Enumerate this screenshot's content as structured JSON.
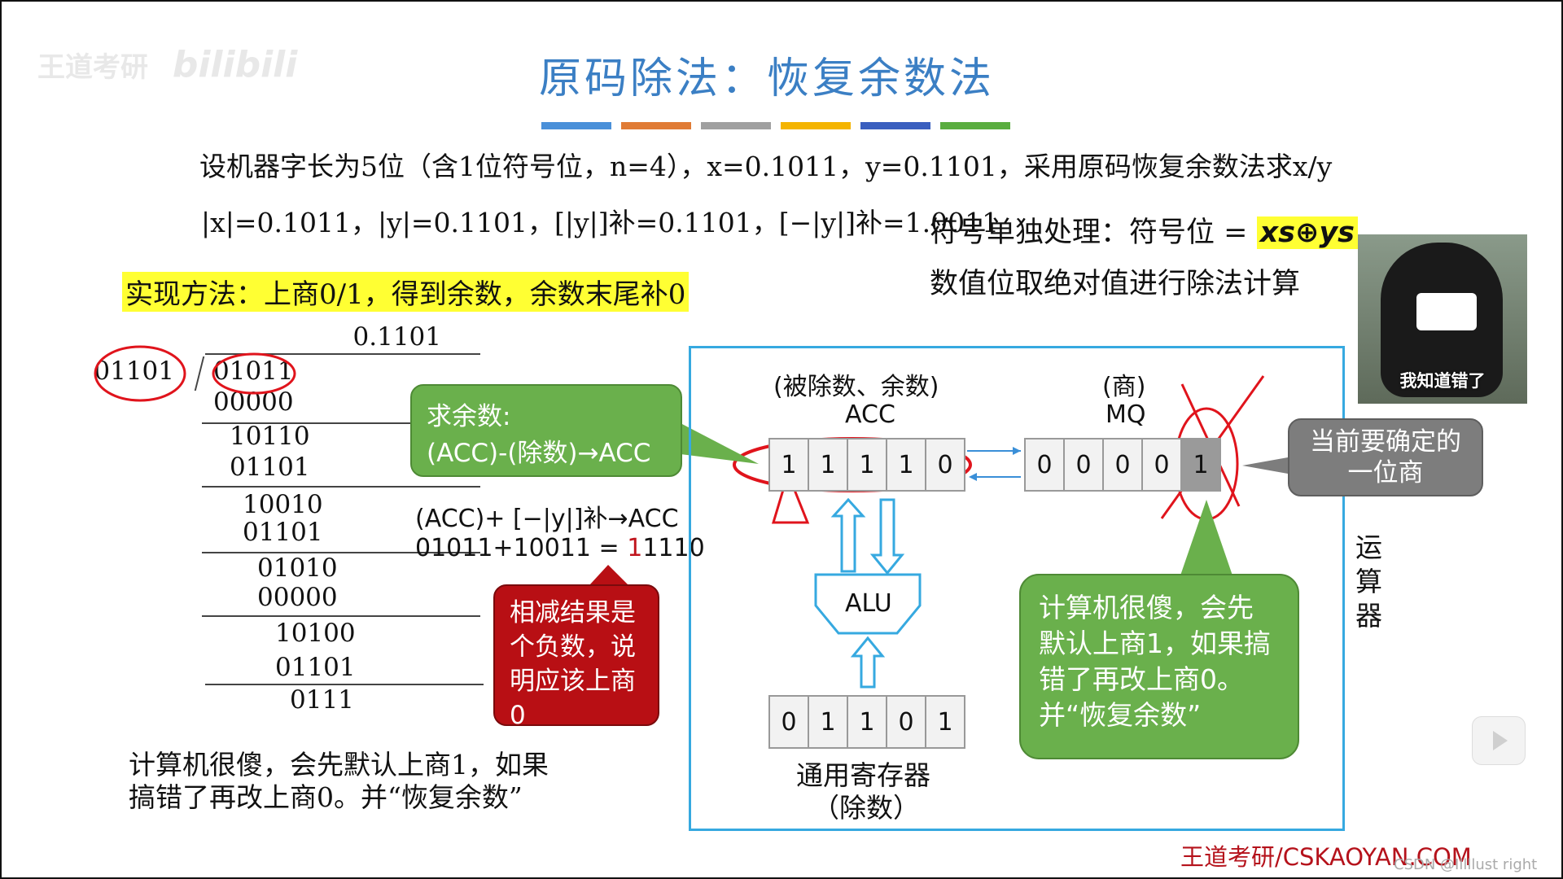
{
  "watermark": {
    "text": "王道考研",
    "logo": "bilibili"
  },
  "title": "原码除法：恢复余数法",
  "title_bar_colors": [
    "#4a90d9",
    "#e07b35",
    "#a0a0a0",
    "#f4b400",
    "#3a5fbf",
    "#5aad3f"
  ],
  "problem": "设机器字长为5位（含1位符号位，n=4），x=0.1011，y=0.1101，采用原码恢复余数法求x/y",
  "abs_values": "|x|=0.1011，|y|=0.1101，[|y|]补=0.1101，[−|y|]补=1.0011",
  "sign_rule": {
    "label": "符号单独处理：符号位 = ",
    "formula": "xs⊕ys"
  },
  "value_rule": "数值位取绝对值进行除法计算",
  "method": "实现方法：上商0/1，得到余数，余数末尾补0",
  "meme_caption": "我知道错了",
  "long_division": {
    "quotient": "0.1101",
    "divisor": "01101",
    "dividend": "01011",
    "rows": [
      "00000",
      "10110",
      "01101",
      "10010",
      "01101",
      "01010",
      "00000",
      "10100",
      "01101",
      "0111"
    ]
  },
  "bubble_remainder": {
    "line1": "求余数:",
    "line2": "(ACC)-(除数)→ACC"
  },
  "calc": {
    "line1": "(ACC)+ [−|y|]补→ACC",
    "line2_lhs": "01011+10011 = ",
    "line2_first": "1",
    "line2_rest": "1110"
  },
  "bubble_negative": "相减结果是个负数，说明应该上商0",
  "note_bottom": {
    "line1": "计算机很傻，会先默认上商1，如果",
    "line2": "搞错了再改上商0。并“恢复余数”"
  },
  "acc": {
    "label_top": "(被除数、余数)",
    "label": "ACC",
    "bits": [
      "1",
      "1",
      "1",
      "1",
      "0"
    ]
  },
  "mq": {
    "label_top": "(商)",
    "label": "MQ",
    "bits": [
      "0",
      "0",
      "0",
      "0",
      "1"
    ]
  },
  "alu_label": "ALU",
  "gpr": {
    "bits": [
      "0",
      "1",
      "1",
      "0",
      "1"
    ],
    "label": "通用寄存器",
    "sub": "（除数）"
  },
  "bubble_current": "当前要确定的一位商",
  "bubble_default": "计算机很傻，会先默认上商1，如果搞错了再改上商0。并“恢复余数”",
  "alu_unit_label": "运算器",
  "footer": "王道考研/CSKAOYAN.COM",
  "csdn_watermark": "CSDN @Illllust right"
}
